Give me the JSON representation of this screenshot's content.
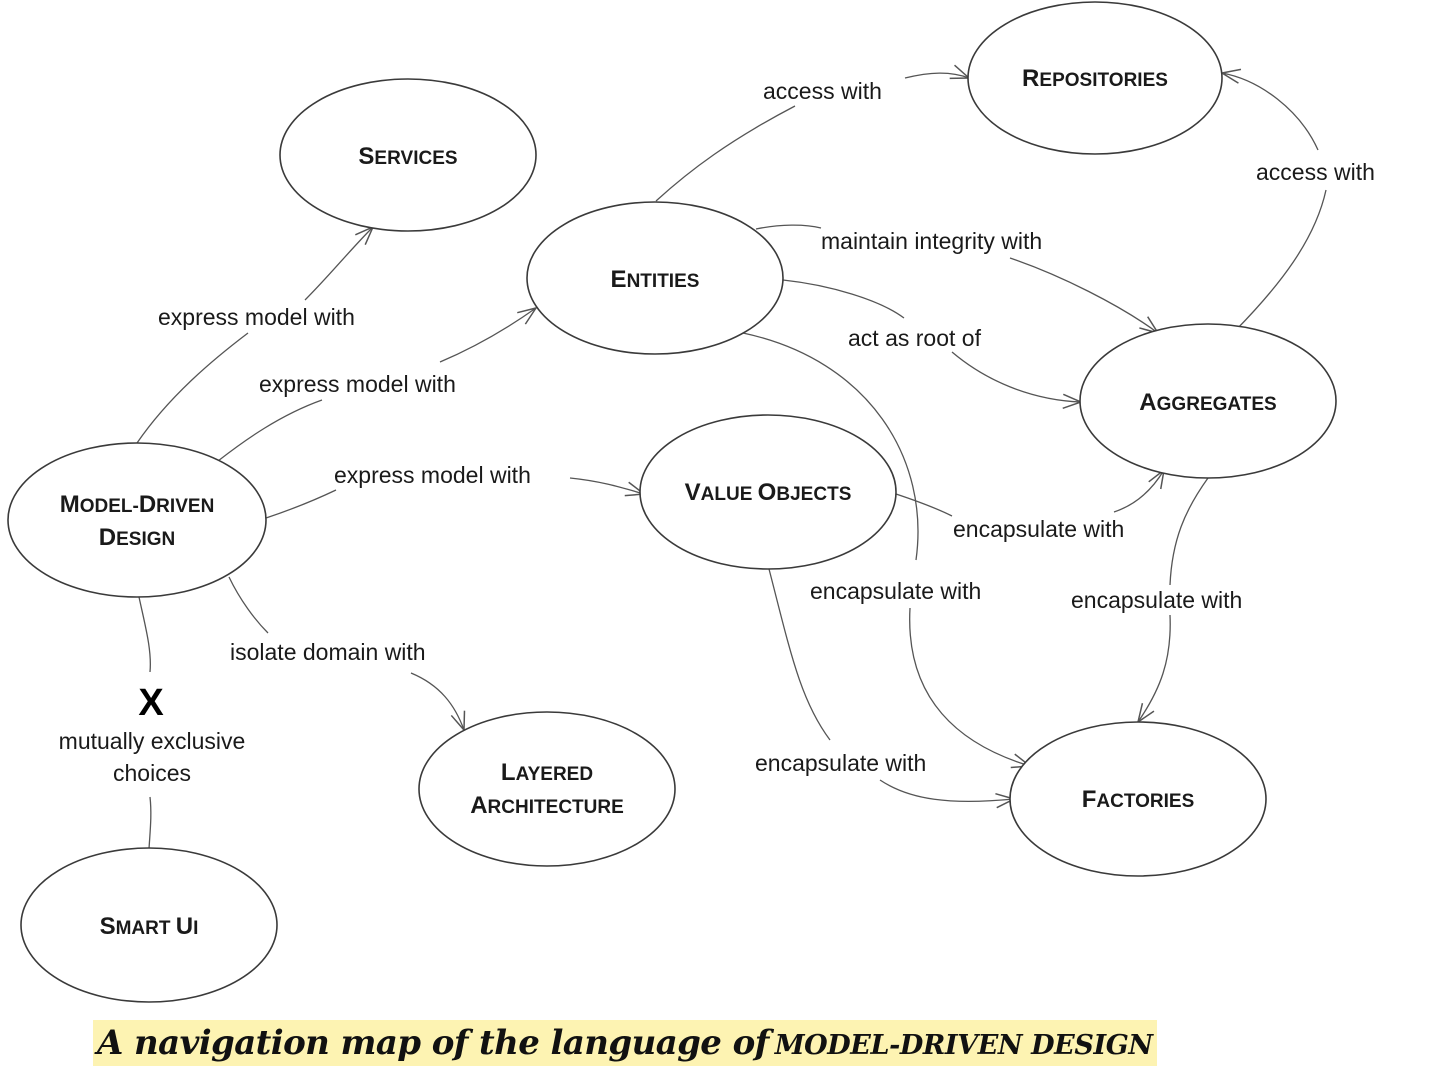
{
  "nodes": {
    "services": {
      "lines": [
        "Services"
      ]
    },
    "repositories": {
      "lines": [
        "Repositories"
      ]
    },
    "entities": {
      "lines": [
        "Entities"
      ]
    },
    "aggregates": {
      "lines": [
        "Aggregates"
      ]
    },
    "model_driven_design": {
      "lines": [
        "Model-Driven",
        "Design"
      ]
    },
    "value_objects": {
      "lines": [
        "Value Objects"
      ]
    },
    "layered_architecture": {
      "lines": [
        "Layered",
        "Architecture"
      ]
    },
    "factories": {
      "lines": [
        "Factories"
      ]
    },
    "smart_ui": {
      "lines": [
        "Smart UI"
      ]
    }
  },
  "edges": [
    {
      "id": "mdd-services",
      "label": "express model with"
    },
    {
      "id": "mdd-entities",
      "label": "express model with"
    },
    {
      "id": "mdd-valueobjects",
      "label": "express model with"
    },
    {
      "id": "mdd-layered",
      "label": "isolate domain with"
    },
    {
      "id": "entities-repositories",
      "label": "access with"
    },
    {
      "id": "entities-aggregates-maintain",
      "label": "maintain integrity with"
    },
    {
      "id": "entities-aggregates-root",
      "label": "act as root of"
    },
    {
      "id": "entities-factories",
      "label": "encapsulate with"
    },
    {
      "id": "valueobjects-aggregates",
      "label": "encapsulate with"
    },
    {
      "id": "valueobjects-factories",
      "label": "encapsulate with"
    },
    {
      "id": "aggregates-repositories",
      "label": "access with"
    },
    {
      "id": "aggregates-factories",
      "label": "encapsulate with"
    }
  ],
  "exclusive": {
    "mark": "X",
    "lines": [
      "mutually exclusive",
      "choices"
    ]
  },
  "caption": {
    "main": "A navigation map of the language of",
    "term": "MODEL-DRIVEN DESIGN"
  },
  "colors": {
    "caption_highlight": "#fdf3b2",
    "stroke": "#3a3a3a"
  }
}
